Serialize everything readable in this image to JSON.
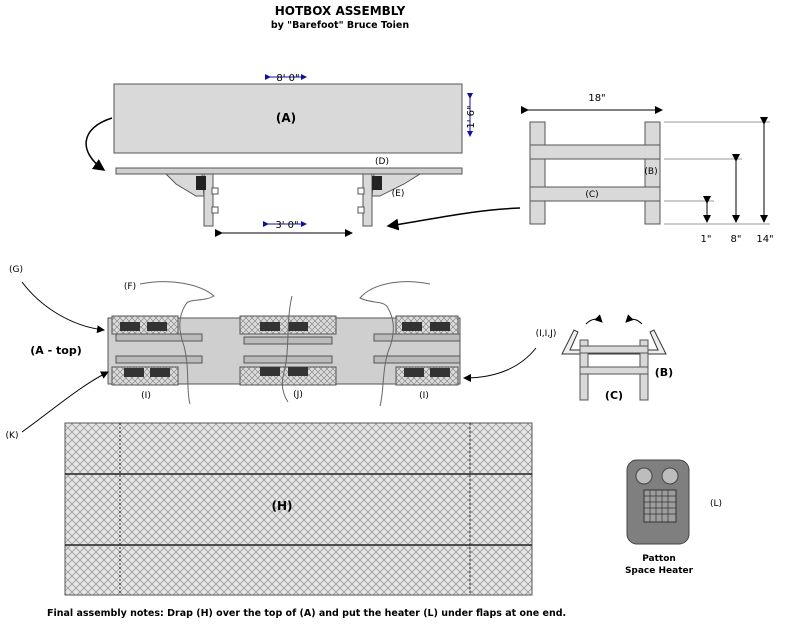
{
  "title": "HOTBOX ASSEMBLY",
  "subtitle": "by \"Barefoot\" Bruce Toien",
  "labels": {
    "a": "(A)",
    "a_top": "(A - top)",
    "b": "(B)",
    "b_right": "(B)",
    "c": "(C)",
    "c_right": "(C)",
    "d": "(D)",
    "e": "(E)",
    "f": "(F)",
    "g": "(G)",
    "h": "(H)",
    "i_left": "(I)",
    "i_right": "(I)",
    "iij": "(I,I,J)",
    "j": "(J)",
    "k": "(K)",
    "l": "(L)"
  },
  "dimensions": {
    "length": "8' 0\"",
    "height": "1' 6\"",
    "span": "3' 0\"",
    "width": "18\"",
    "d1": "1\"",
    "d8": "8\"",
    "d14": "14\""
  },
  "heater": {
    "line1": "Patton",
    "line2": "Space Heater"
  },
  "note": "Final assembly notes: Drap (H) over the top of (A) and put the heater (L) under flaps at one end.",
  "colors": {
    "board": "#d9d9d9",
    "panel": "#c9c9c9",
    "heater": "#7f7f7f",
    "dim_arrow": "#1010a0"
  }
}
